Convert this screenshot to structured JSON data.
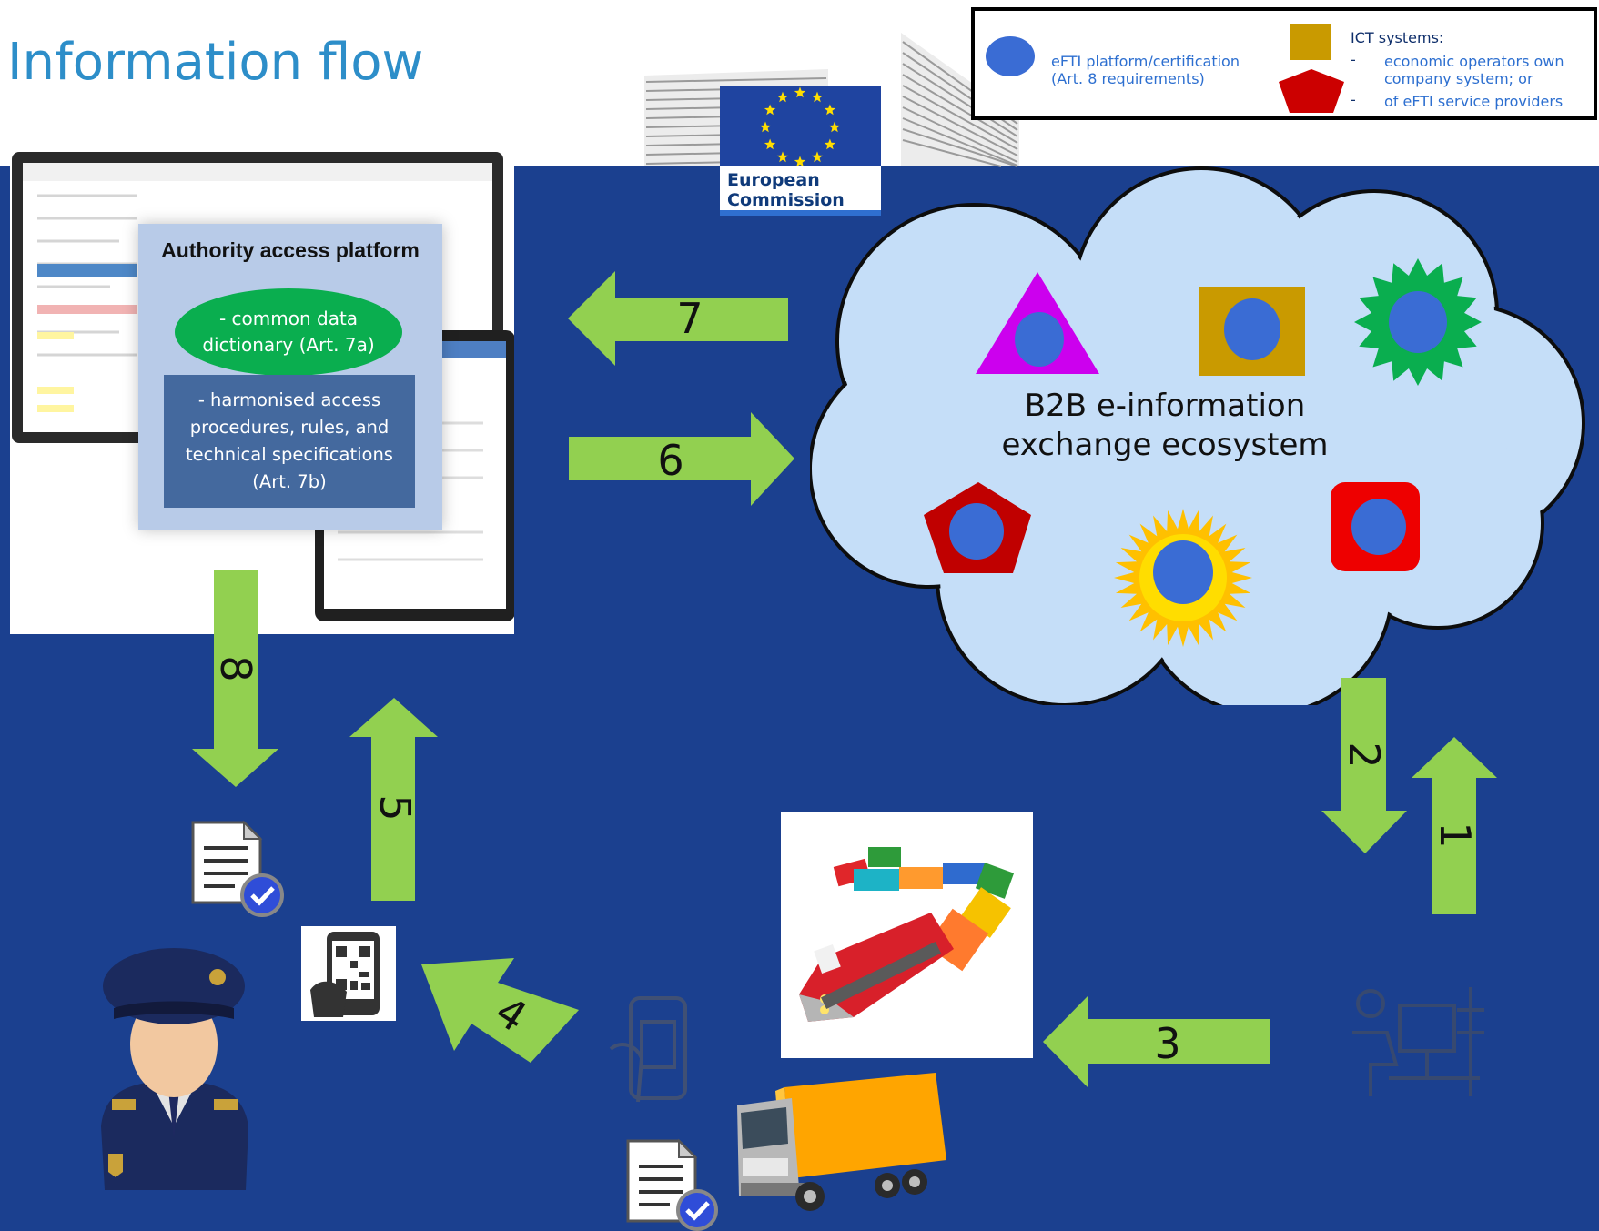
{
  "title": "Information flow",
  "legend": {
    "efti_line1": "eFTI platform/certification",
    "efti_line2": "(Art. 8 requirements)",
    "ict_title": "ICT systems:",
    "ict_item1_line1": "economic operators own",
    "ict_item1_line2": "company system; or",
    "ict_item2": "of eFTI service providers",
    "dash": "-",
    "colors": {
      "efti": "#3a6cd4",
      "ict_square": "#c99a00",
      "ict_pentagon": "#cc0000"
    }
  },
  "logo": {
    "line1": "European",
    "line2": "Commission"
  },
  "authority_platform": {
    "title": "Authority access platform",
    "dictionary_line1": "- common data",
    "dictionary_line2": "dictionary (Art. 7a)",
    "access_line1": "- harmonised access",
    "access_line2": "procedures,  rules, and",
    "access_line3": "technical specifications",
    "access_line4": "(Art. 7b)"
  },
  "ecosystem": {
    "line1": "B2B  e-information",
    "line2": "exchange ecosystem"
  },
  "arrows": {
    "a1": "1",
    "a2": "2",
    "a3": "3",
    "a4": "4",
    "a5": "5",
    "a6": "6",
    "a7": "7",
    "a8": "8"
  },
  "colors": {
    "background": "#1b408f",
    "arrow": "#92d050",
    "cloud": "#c5def8",
    "title": "#2d8ec9"
  }
}
